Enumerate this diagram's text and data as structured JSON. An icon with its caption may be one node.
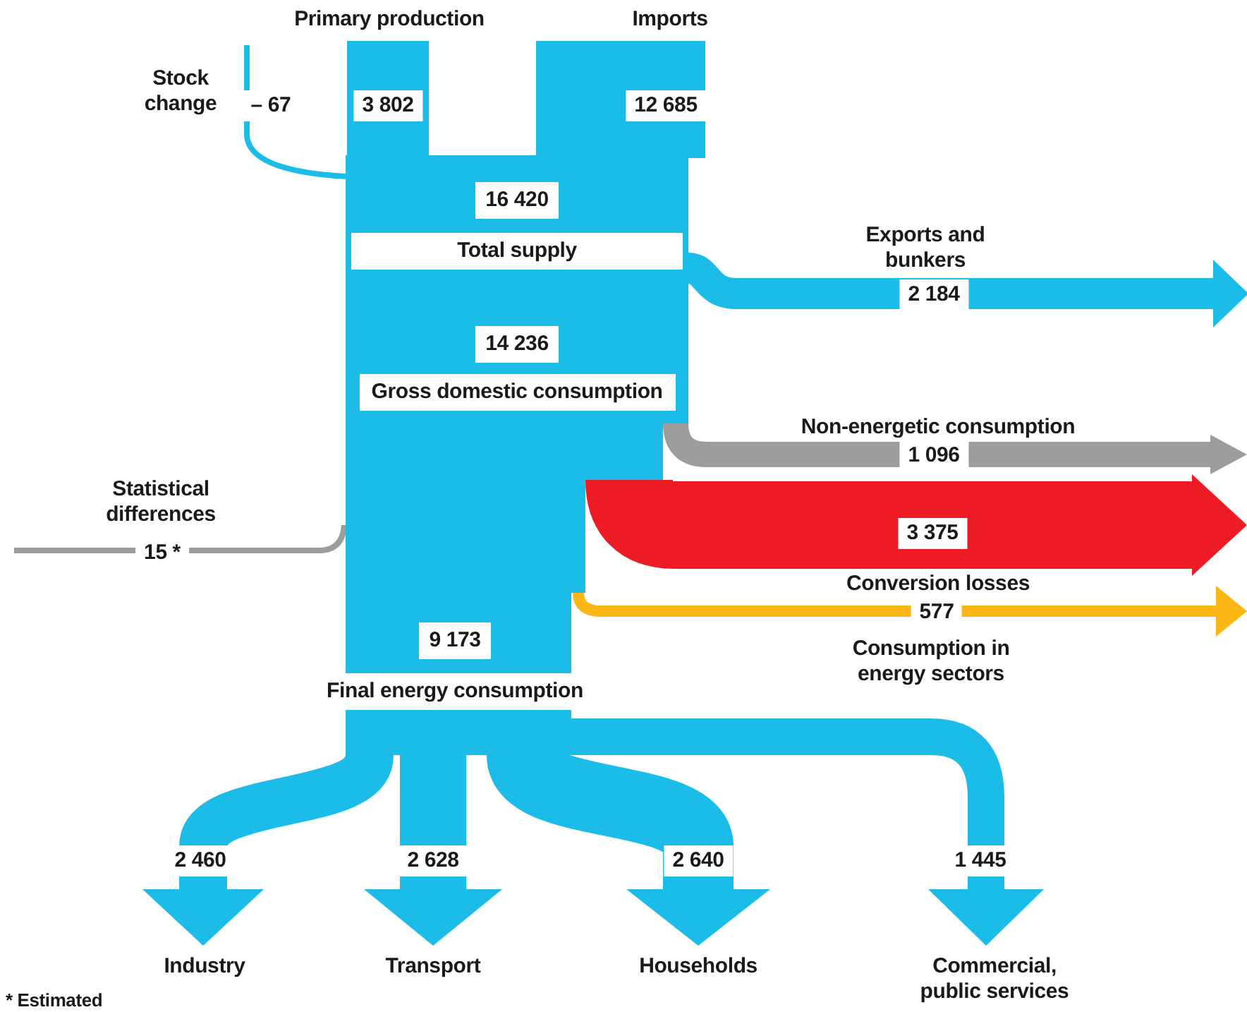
{
  "diagram": {
    "nodes": [
      {
        "text": [
          "Primary production"
        ]
      },
      {
        "text": [
          "Imports"
        ]
      },
      {
        "text": [],
        "shape": "bar"
      },
      {
        "text": [
          "16 420",
          "Total supply"
        ],
        "in": 2
      },
      {
        "text": [
          "14 236",
          "Gross domestic consumption"
        ],
        "in": 2
      },
      {
        "text": [
          "9 173",
          "Final energy consumption"
        ]
      },
      {
        "text": [
          "Industry"
        ]
      },
      {
        "text": [
          "Transport"
        ]
      },
      {
        "text": [
          "Households"
        ]
      },
      {
        "text": [
          "Commercial, public services"
        ]
      }
    ],
    "edges": [
      {
        "from": 0,
        "to": 2,
        "arrow": "none",
        "label": "3 802",
        "style": "thick"
      },
      {
        "from": 1,
        "to": 2,
        "arrow": "none",
        "label": "12 685",
        "style": "thick"
      },
      {
        "from": null,
        "to": 2,
        "arrow": "none",
        "label": "– 67"
      },
      {
        "from": null,
        "to": 2,
        "arrow": "none",
        "label": "15 *",
        "color": "#9d9d9c"
      },
      {
        "from": 2,
        "to": null,
        "arrow": "to",
        "label": "2 184"
      },
      {
        "from": 2,
        "to": null,
        "arrow": "to",
        "label": "1 096",
        "color": "#9d9d9c"
      },
      {
        "from": 2,
        "to": null,
        "arrow": "to",
        "label": "3 375",
        "color": "#ed1c24",
        "style": "thick"
      },
      {
        "from": 2,
        "to": null,
        "arrow": "to",
        "label": "577",
        "color": "#fbb714"
      },
      {
        "from": 2,
        "to": 6,
        "arrow": "to",
        "label": "2 460"
      },
      {
        "from": 2,
        "to": 7,
        "arrow": "to",
        "label": "2 628",
        "style": "thick"
      },
      {
        "from": 2,
        "to": 8,
        "arrow": "to",
        "label": "2 640",
        "style": "thick"
      },
      {
        "from": 2,
        "to": 9,
        "arrow": "to",
        "label": "1 445"
      }
    ],
    "labels": [
      "Stock change",
      "Exports and bunkers",
      "Non-energetic consumption",
      "Statistical differences",
      "Conversion losses",
      "Consumption in energy sectors",
      "* Estimated"
    ]
  }
}
